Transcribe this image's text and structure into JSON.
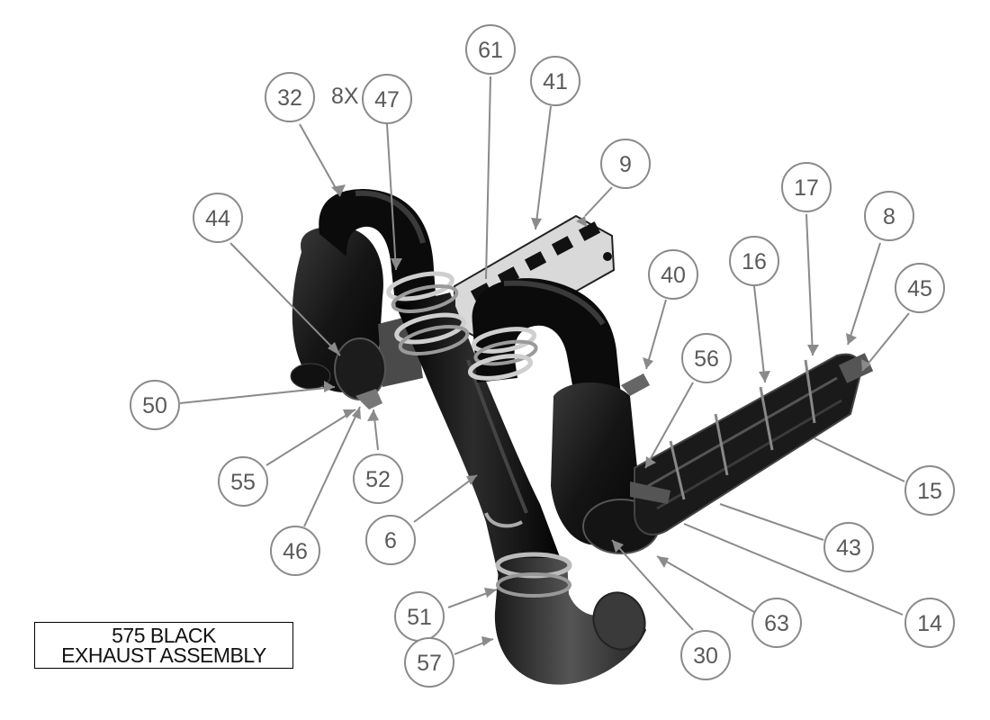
{
  "title": {
    "line1": "575 BLACK",
    "line2": "EXHAUST ASSEMBLY"
  },
  "qty_note": "8X",
  "callouts": [
    "32",
    "47",
    "61",
    "41",
    "9",
    "44",
    "40",
    "17",
    "8",
    "16",
    "45",
    "50",
    "56",
    "55",
    "52",
    "15",
    "6",
    "46",
    "43",
    "51",
    "14",
    "63",
    "30",
    "57"
  ],
  "colors": {
    "part": "#0e0e0e",
    "part_highlight": "#3a3a3a",
    "leader": "#8a8a8a",
    "callout_text": "#5a5a5a",
    "flange": "#d9d9d9"
  }
}
